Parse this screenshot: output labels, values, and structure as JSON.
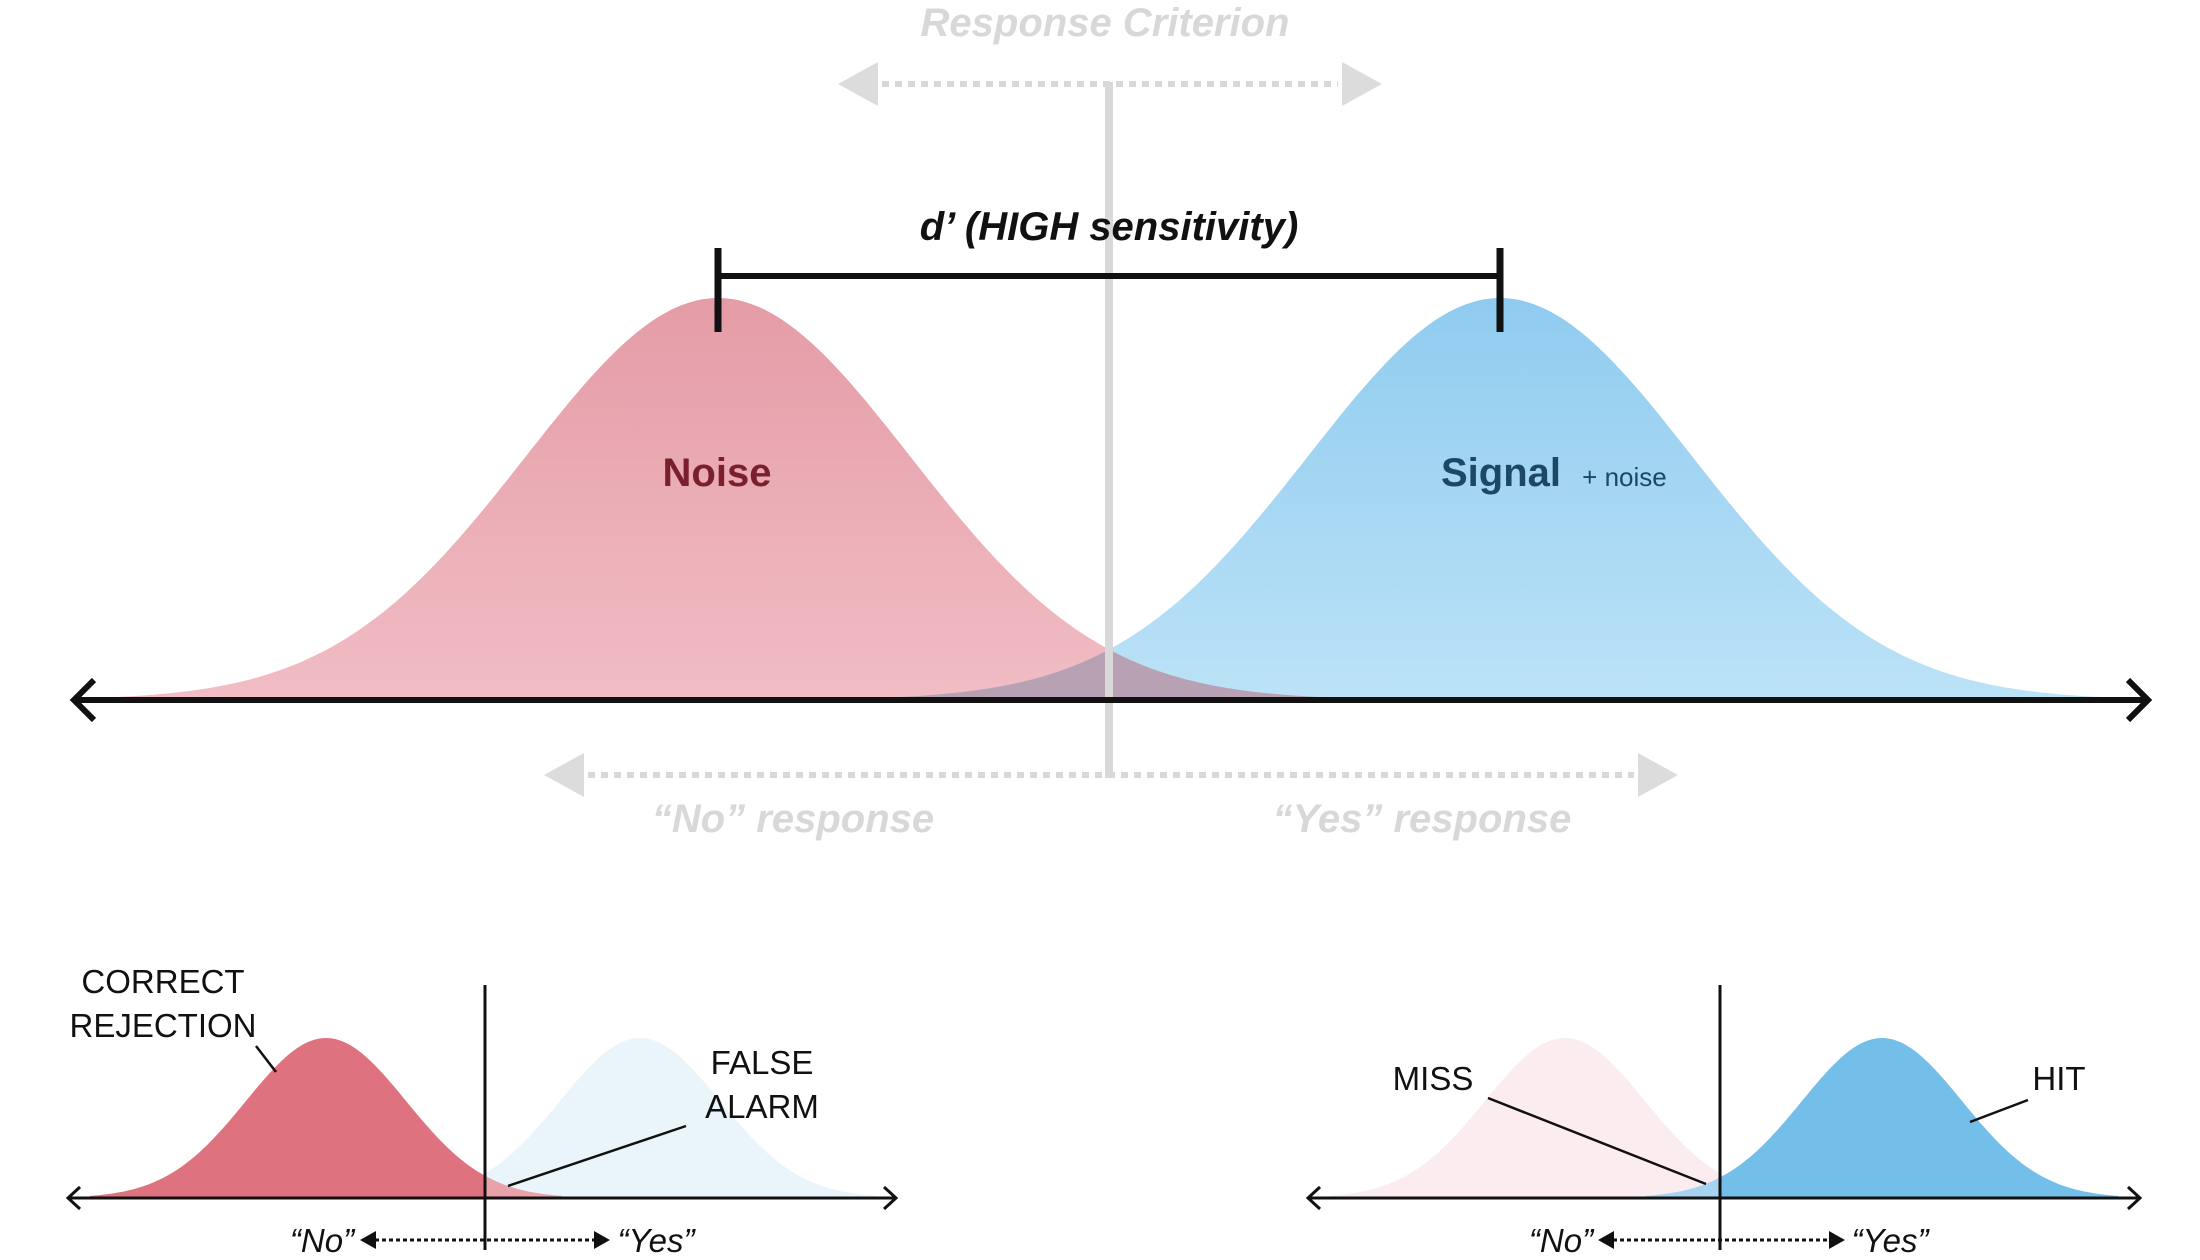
{
  "main": {
    "criterion_label": "Response Criterion",
    "dprime_label": "d’ (HIGH sensitivity)",
    "noise_label": "Noise",
    "signal_label": "Signal",
    "signal_suffix": "+ noise",
    "no_response_label": "“No” response",
    "yes_response_label": "“Yes” response"
  },
  "left_panel": {
    "correct_rejection_line1": "CORRECT",
    "correct_rejection_line2": "REJECTION",
    "false_alarm_line1": "FALSE",
    "false_alarm_line2": "ALARM",
    "no_label": "“No”",
    "yes_label": "“Yes”"
  },
  "right_panel": {
    "miss_label": "MISS",
    "hit_label": "HIT",
    "no_label": "“No”",
    "yes_label": "“Yes”"
  },
  "colors": {
    "noise_fill_top": "#e2949f",
    "noise_fill_bottom": "#f0b7bf",
    "signal_fill_top": "#86c7ee",
    "signal_fill_bottom": "#b6e0f6",
    "noise_label": "#7a1f2c",
    "signal_label": "#1c4866",
    "faint": "#d8d8d8",
    "axis": "#111111"
  }
}
